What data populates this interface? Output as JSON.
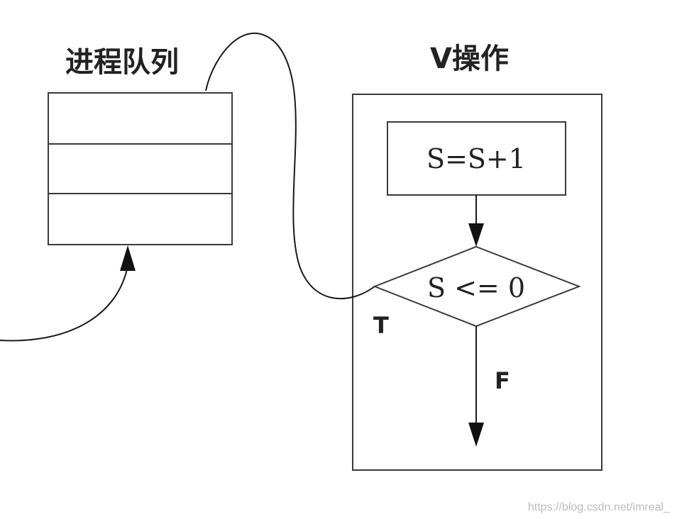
{
  "queue": {
    "title": "进程队列",
    "slots": [
      "",
      "",
      ""
    ]
  },
  "v_operation": {
    "title": "V操作",
    "step": "S=S+1",
    "condition": "S <= 0",
    "true_label": "T",
    "false_label": "F"
  },
  "watermark": "https://blog.csdn.net/imreal_"
}
